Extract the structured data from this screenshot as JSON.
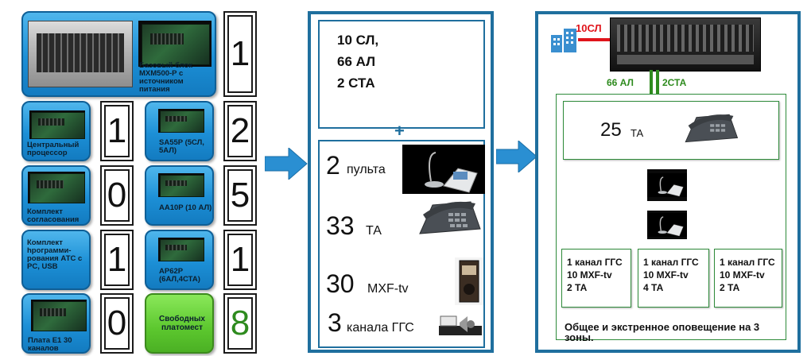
{
  "left": {
    "base_label": "Базовый блок MXM500-P с источником питания",
    "rows": [
      {
        "left_label": "Центральный процессор",
        "left_qty": "1",
        "right_label": "SA55P (5СЛ, 5АЛ)",
        "right_qty": "2"
      },
      {
        "left_label": "Комплект согласования",
        "left_qty": "0",
        "right_label": "AA10P (10 АЛ)",
        "right_qty": "5"
      },
      {
        "left_label": "Комплект hрограмми-рования АТС с PC, USB",
        "left_qty": "1",
        "right_label": "AP62P (6АЛ,4СТА)",
        "right_qty": "1"
      },
      {
        "left_label": "Плата Е1 30 каналов",
        "left_qty": "0",
        "right_label": "Свободных платомест",
        "right_qty": "8"
      }
    ],
    "base_qty": "1"
  },
  "middle": {
    "top_lines": [
      "10 СЛ,",
      "66 АЛ",
      "2 СТА"
    ],
    "plus": "+",
    "items": [
      {
        "num": "2",
        "text": "пульта"
      },
      {
        "num": "33",
        "text": "ТА"
      },
      {
        "num": "30",
        "text": "MXF-tv"
      },
      {
        "num": "3",
        "text": "канала ГГС"
      }
    ]
  },
  "right": {
    "trunk_label": "10СЛ",
    "al_label": "66 АЛ",
    "sta_label": "2СТА",
    "ta_num": "25",
    "ta_text": "ТА",
    "zones": [
      {
        "line1": "1 канал ГГС",
        "line2": "10 MXF-tv",
        "line3": "2 ТА"
      },
      {
        "line1": "1 канал ГГС",
        "line2": "10 MXF-tv",
        "line3": "4 ТА"
      },
      {
        "line1": "1 канал ГГС",
        "line2": "10 MXF-tv",
        "line3": "2 ТА"
      }
    ],
    "footer": "Общее и экстренное оповещение на 3 зоны."
  },
  "colors": {
    "tile_blue": "#1c8fd6",
    "tile_green": "#5cc72e",
    "panel_border": "#1f6f9e",
    "trunk_red": "#e0141b",
    "line_green": "#2e8b1e"
  }
}
